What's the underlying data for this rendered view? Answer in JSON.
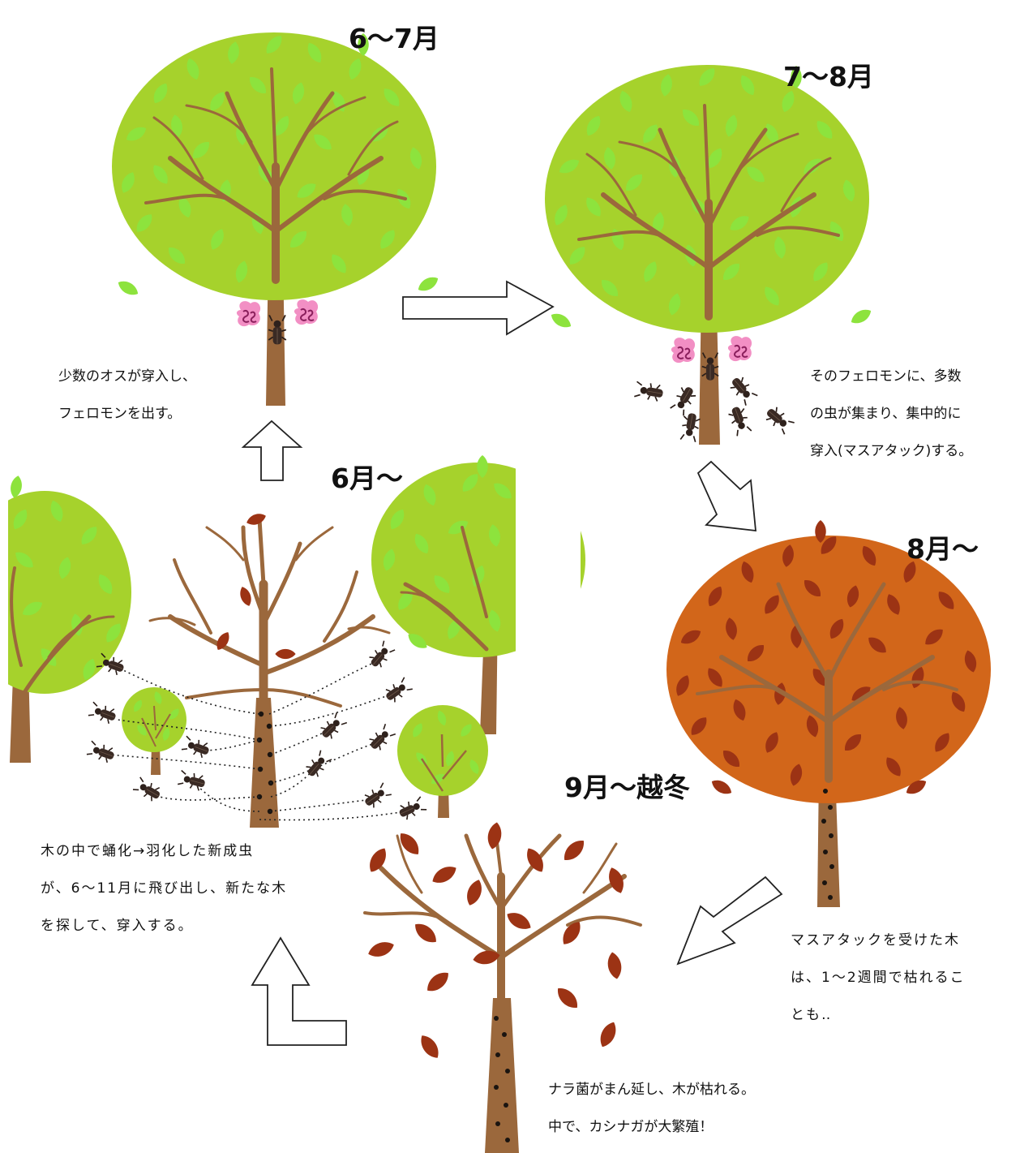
{
  "stages": {
    "s1": {
      "label": "6～7月",
      "caption": [
        "少数のオスが穿入し、",
        "フェロモンを出す。"
      ]
    },
    "s2": {
      "label": "7～8月",
      "caption": [
        "そのフェロモンに、多数",
        "の虫が集まり、集中的に",
        "穿入(マスアタック)する。"
      ]
    },
    "s3": {
      "label": "8月～",
      "caption": [
        "マスアタックを受けた木",
        "は、1～2週間で枯れるこ",
        "とも‥"
      ]
    },
    "s4": {
      "label": "9月～越冬",
      "caption": [
        "ナラ菌がまん延し、木が枯れる。",
        "中で、カシナガが大繁殖！"
      ]
    },
    "s5": {
      "label": "6月～",
      "caption": [
        "木の中で蛹化→羽化した新成虫",
        "が、6～11月に飛び出し、新たな木",
        "を探して、穿入する。"
      ]
    }
  },
  "colors": {
    "healthy_canopy": "#a6d22c",
    "leaf_light": "#8de33d",
    "withered_canopy": "#d2661a",
    "leaf_dark": "#9c3314",
    "trunk": "#9b683c",
    "pheromone": "#f28fc4",
    "beetle": "#3a2a24"
  },
  "icons": [
    "beetle-icon",
    "pheromone-icon",
    "flow-arrow-icon"
  ]
}
